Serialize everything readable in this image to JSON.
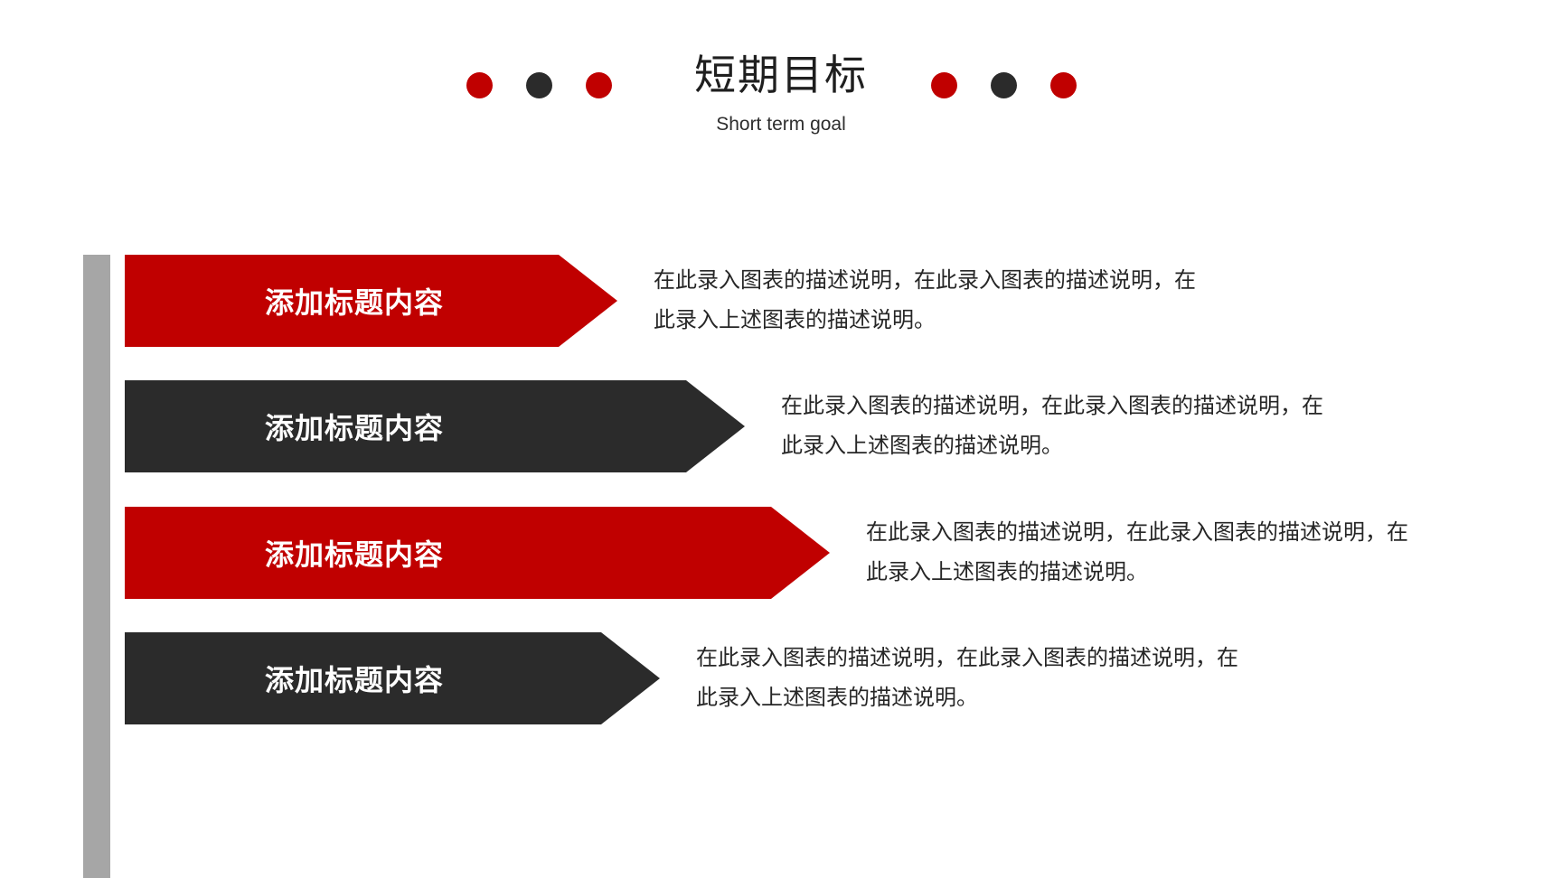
{
  "slide": {
    "title": "短期目标",
    "subtitle": "Short term goal"
  },
  "colors": {
    "red": "#C00000",
    "dark": "#2B2B2B",
    "gray": "#A6A6A6",
    "text": "#262626"
  },
  "decor": {
    "left_dots": [
      "red",
      "dark",
      "red"
    ],
    "right_dots": [
      "red",
      "dark",
      "red"
    ]
  },
  "items": [
    {
      "label": "添加标题内容",
      "variant": "red",
      "description": "在此录入图表的描述说明，在此录入图表的描述说明，在此录入上述图表的描述说明。"
    },
    {
      "label": "添加标题内容",
      "variant": "dark",
      "description": "在此录入图表的描述说明，在此录入图表的描述说明，在此录入上述图表的描述说明。"
    },
    {
      "label": "添加标题内容",
      "variant": "red",
      "description": "在此录入图表的描述说明，在此录入图表的描述说明，在此录入上述图表的描述说明。"
    },
    {
      "label": "添加标题内容",
      "variant": "dark",
      "description": "在此录入图表的描述说明，在此录入图表的描述说明，在此录入上述图表的描述说明。"
    }
  ]
}
